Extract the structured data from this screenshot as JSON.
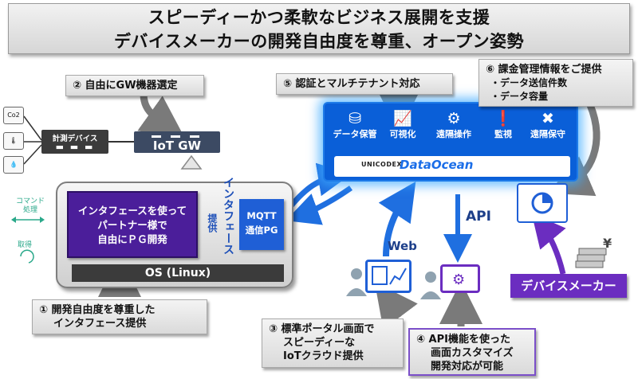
{
  "title": {
    "line1": "スピーディーかつ柔軟なビジネス展開を支援",
    "line2": "デバイスメーカーの開発自由度を尊重、オープン姿勢"
  },
  "callouts": {
    "gw_choice": "② 自由にGW機器選定",
    "auth": "⑤ 認証とマルチテナント対応",
    "billing_title": "⑥ 課金管理情報をご提供",
    "billing_item1": "・データ送信件数",
    "billing_item2": "・データ容量",
    "interface1": "① 開発自由度を尊重した",
    "interface2": "インタフェース提供",
    "portal1": "③ 標準ポータル画面で",
    "portal2": "スピーディーな",
    "portal3": "IoTクラウド提供",
    "api1": "④ API機能を使った",
    "api2": "画面カスタマイズ",
    "api3": "開発対応が可能"
  },
  "device": {
    "label": "計測デバイス",
    "sensors": [
      "Co2",
      "🌡",
      "💧"
    ],
    "command": "コマンド",
    "process": "処理",
    "acquire": "取得"
  },
  "gateway": {
    "label": "IoT GW",
    "purple_box": [
      "インタフェースを使って",
      "パートナー様で",
      "自由にＰＧ開発"
    ],
    "vertical_label": "インタフェース",
    "vertical_label2": "提供",
    "mqtt_line1": "MQTT",
    "mqtt_line2": "通信PG",
    "os": "OS (Linux)"
  },
  "cloud": {
    "services": [
      {
        "icon": "database-icon",
        "glyph": "⛁",
        "label": "データ保管"
      },
      {
        "icon": "chart-icon",
        "glyph": "📈",
        "label": "可視化"
      },
      {
        "icon": "gears-icon",
        "glyph": "⚙",
        "label": "遠隔操作"
      },
      {
        "icon": "alert-icon",
        "glyph": "❗",
        "label": "監視"
      },
      {
        "icon": "tools-icon",
        "glyph": "✖",
        "label": "遠隔保守"
      }
    ],
    "unicodex": "UNICODEX",
    "brand": "DataOcean"
  },
  "labels": {
    "web": "Web",
    "api": "API",
    "maker": "デバイスメーカー",
    "yen": "¥"
  },
  "colors": {
    "cloud": "#0a5fd8",
    "purple": "#6b2dc0",
    "arrow_gray": "#7a7a7a",
    "arrow_blue": "#1f6fe0"
  }
}
